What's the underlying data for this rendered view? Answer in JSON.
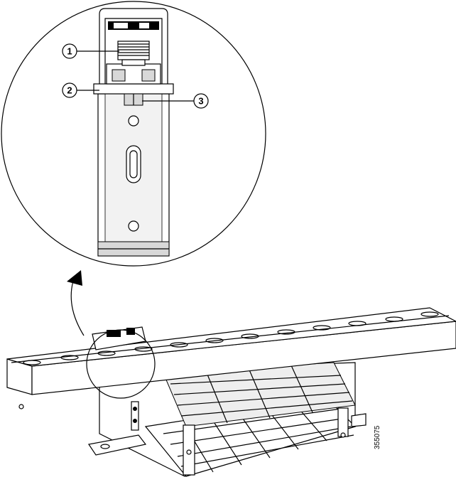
{
  "callouts": [
    {
      "number": "1"
    },
    {
      "number": "2"
    },
    {
      "number": "3"
    }
  ],
  "figure_id": "355075"
}
